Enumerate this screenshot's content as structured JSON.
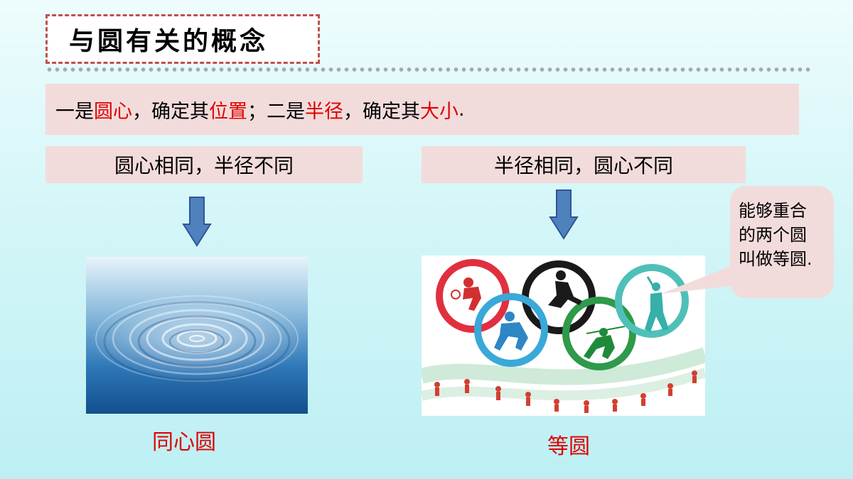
{
  "title": "与圆有关的概念",
  "definition": {
    "p1": "一是",
    "h1": "圆心",
    "p2": "，确定其",
    "h2": "位置",
    "p3": "；二是",
    "h3": "半径",
    "p4": "，确定其",
    "h4": "大小",
    "p5": "."
  },
  "left": {
    "label": "圆心相同，半径不同",
    "caption": "同心圆"
  },
  "right": {
    "label": "半径相同，圆心不同",
    "caption": "等圆"
  },
  "callout": {
    "line1": "能够重合",
    "line2": "的两个圆",
    "line3": "叫做等圆."
  },
  "colors": {
    "accent_red": "#e00000",
    "box_pink": "#f2dcdb",
    "arrow_blue": "#4f81bd",
    "dashed_border": "#c0504d",
    "ring_red": "#e03040",
    "ring_black": "#1a1a1a",
    "ring_blue": "#3aa8d8",
    "ring_green": "#2e9a4a",
    "ring_teal": "#4fc0b8"
  }
}
